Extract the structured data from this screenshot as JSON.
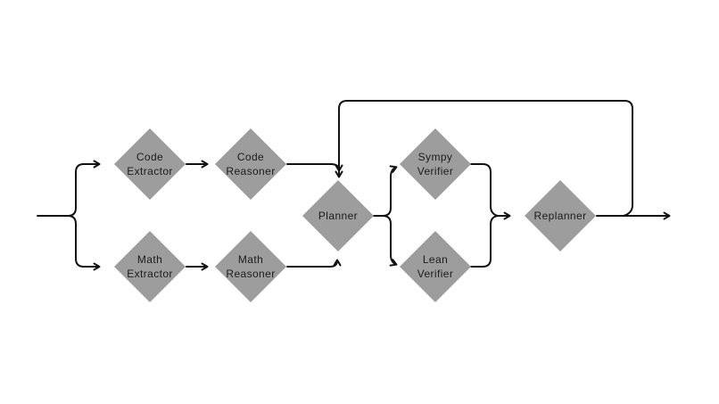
{
  "colors": {
    "background": "#ffffff",
    "node_fill": "#9d9d9d",
    "line": "#121212",
    "text": "#1c1c1c"
  },
  "nodes": {
    "code_extractor": {
      "line1": "Code",
      "line2": "Extractor"
    },
    "code_reasoner": {
      "line1": "Code",
      "line2": "Reasoner"
    },
    "math_extractor": {
      "line1": "Math",
      "line2": "Extractor"
    },
    "math_reasoner": {
      "line1": "Math",
      "line2": "Reasoner"
    },
    "planner": {
      "line1": "Planner"
    },
    "sympy_verifier": {
      "line1": "Sympy",
      "line2": "Verifier"
    },
    "lean_verifier": {
      "line1": "Lean",
      "line2": "Verifier"
    },
    "replanner": {
      "line1": "Replanner"
    }
  },
  "edges": [
    {
      "from": "input",
      "to": "code_extractor"
    },
    {
      "from": "input",
      "to": "math_extractor"
    },
    {
      "from": "code_extractor",
      "to": "code_reasoner"
    },
    {
      "from": "math_extractor",
      "to": "math_reasoner"
    },
    {
      "from": "code_reasoner",
      "to": "planner"
    },
    {
      "from": "math_reasoner",
      "to": "planner"
    },
    {
      "from": "planner",
      "to": "sympy_verifier"
    },
    {
      "from": "planner",
      "to": "lean_verifier"
    },
    {
      "from": "sympy_verifier",
      "to": "replanner"
    },
    {
      "from": "lean_verifier",
      "to": "replanner"
    },
    {
      "from": "replanner",
      "to": "planner",
      "type": "feedback-loop"
    },
    {
      "from": "replanner",
      "to": "output"
    }
  ]
}
